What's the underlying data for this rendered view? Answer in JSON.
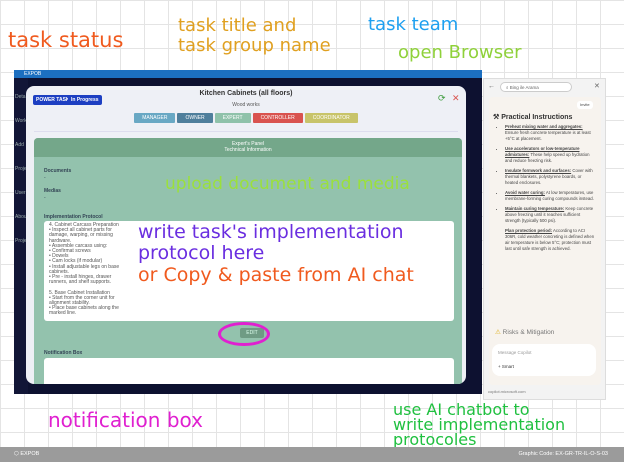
{
  "annotations": {
    "task_status": "task status",
    "task_title_1": "task title  and",
    "task_title_2": "task group name",
    "task_team": "task team",
    "open_browser": "open Browser",
    "upload": "upload document and media",
    "write_1": "write task's implementation",
    "write_2": "protocol here",
    "paste": "or Copy & paste from AI chat",
    "notification": "notification box",
    "ai_1": "use AI chatbot to",
    "ai_2": "write implementation",
    "ai_3": "protocoles"
  },
  "app": {
    "name": "EXPOB",
    "sidebar": [
      "Deta",
      "Work",
      "Add",
      "Proje",
      "User",
      "Abou",
      "Proje"
    ]
  },
  "modal": {
    "badges": [
      "POWER TASK",
      "In Progress"
    ],
    "title": "Kitchen Cabinets  (all floors)",
    "group": "Wood works",
    "team": [
      {
        "label": "MANAGER",
        "color": "#69a8c4"
      },
      {
        "label": "OWNER",
        "color": "#4f7f9c"
      },
      {
        "label": "EXPERT",
        "color": "#8fc2aa"
      },
      {
        "label": "CONTROLLER",
        "color": "#d9534f"
      },
      {
        "label": "COORDINATOR",
        "color": "#c8c46a"
      }
    ],
    "panel_title": "Expert's Panel",
    "panel_subtitle": "Technical Information",
    "documents": "Documents",
    "media": "Medias",
    "dash": "-",
    "protocol_label": "Implementation Protocol",
    "protocol_text": "4. Cabinet Carcass Preparation\n• Inspect all cabinet parts for damage, warping, or missing hardware.\n• Assemble carcass using:\n• Confirmat screws\n• Dowels\n• Cam locks (if modular)\n• Install adjustable legs on base cabinets.\n• Pre - install hinges, drawer runners, and shelf supports.\n\n5. Base Cabinet Installation\n• Start from the corner unit for alignment stability.\n• Place base cabinets along the marked line.",
    "edit": "EDIT",
    "notification_label": "Notification Box"
  },
  "browser": {
    "search": "Bing ile Arama",
    "invite": "Invite",
    "heading": "Practical Instructions",
    "items": [
      {
        "t": "Preheat mixing water and aggregates:",
        "d": " Ensure fresh concrete temperature is at least +5°C at placement."
      },
      {
        "t": "Use accelerators or low-temperature admixtures:",
        "d": " These help speed up hydration and reduce freezing risk."
      },
      {
        "t": "Insulate formwork and surfaces:",
        "d": " Cover with thermal blankets, polystyrene boards, or heated enclosures."
      },
      {
        "t": "Avoid water curing:",
        "d": " At low temperatures, use membrane-forming curing compounds instead."
      },
      {
        "t": "Maintain curing temperature:",
        "d": " Keep concrete above freezing until it reaches sufficient strength (typically 500 psi)."
      },
      {
        "t": "Plan protection period:",
        "d": " According to ACI 306R, cold weather concreting is defined when air temperature is below 5°C; protection must last until safe strength is achieved."
      }
    ],
    "risks": "Risks & Mitigation",
    "placeholder": "Message Copilot",
    "mode": "Smart",
    "url": "copilot.microsoft.com"
  },
  "footer": {
    "brand": "EXPOB",
    "code": "Graphic Code: EX-GR-TR-IL-O-S-03"
  }
}
